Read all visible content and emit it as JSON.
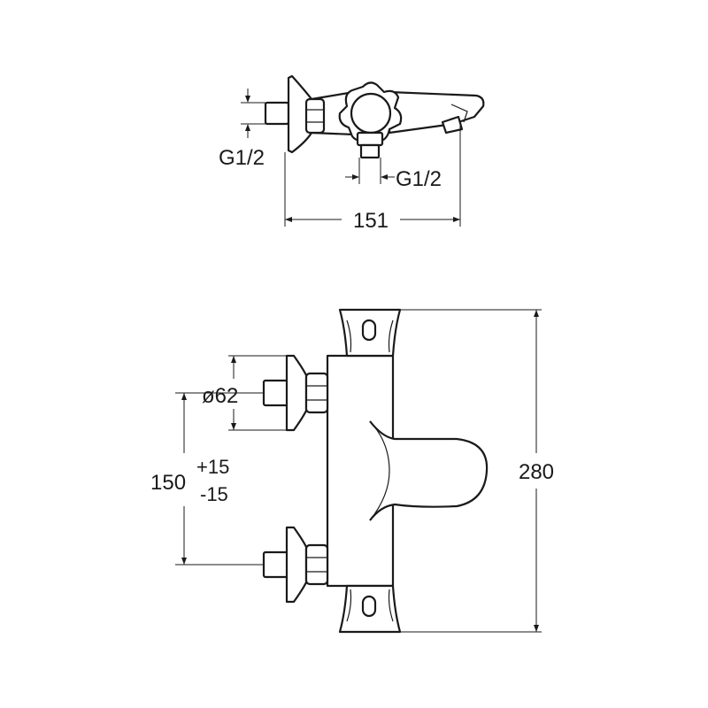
{
  "top_view": {
    "thread_left": "G1/2",
    "thread_bottom": "G1/2",
    "width": "151"
  },
  "front_view": {
    "diameter": "ø62",
    "centers": "150",
    "tol_plus": "+15",
    "tol_minus": "-15",
    "height": "280"
  }
}
